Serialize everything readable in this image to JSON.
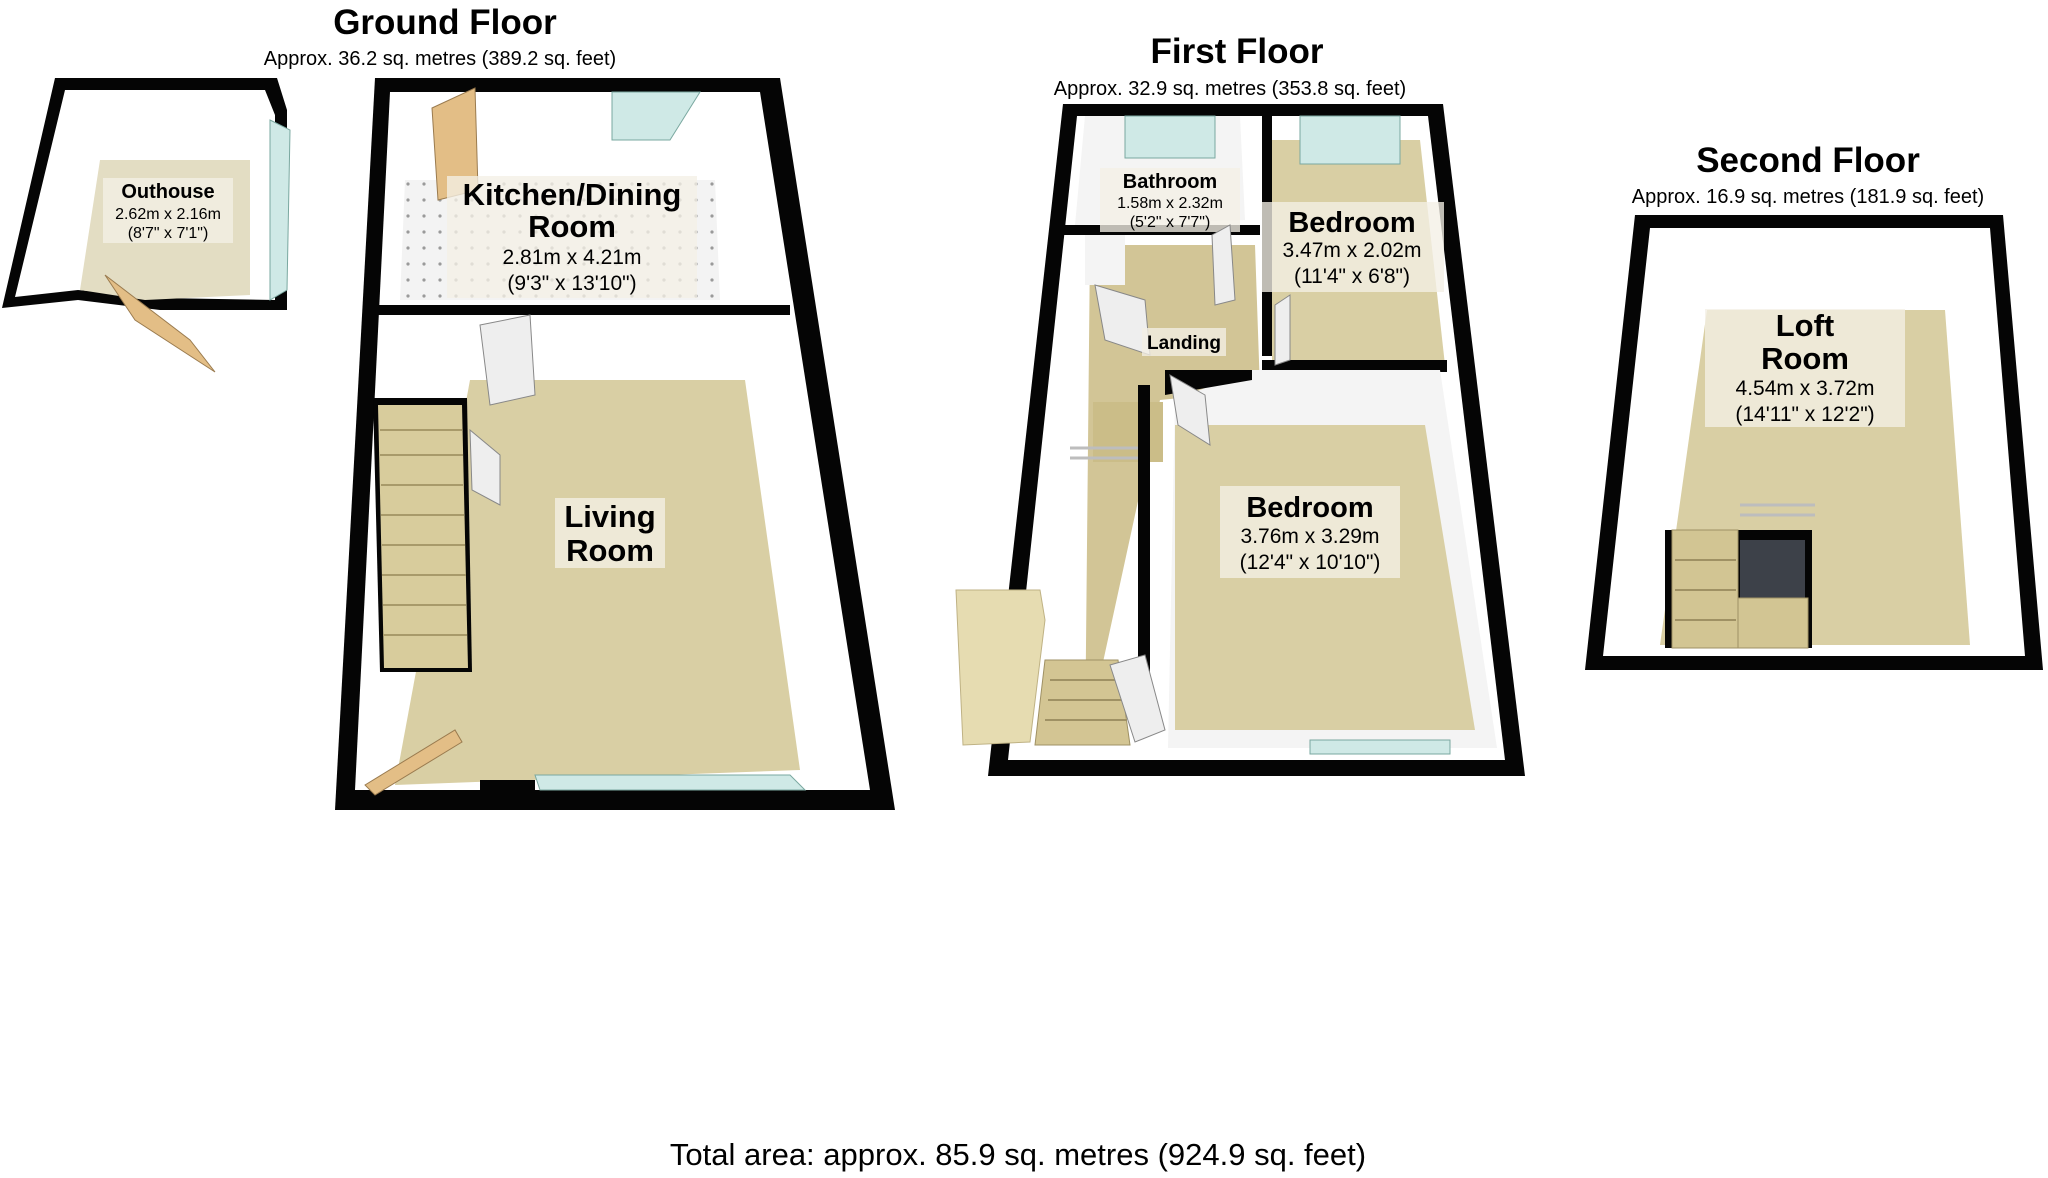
{
  "colors": {
    "wall": "#050505",
    "floor_carpet": "#d9cfa4",
    "inner_wall": "#f4f4f4",
    "window": "#cfe9e6",
    "door": "#e3be86",
    "tile": "#f2f2f2"
  },
  "ground_floor": {
    "title": "Ground Floor",
    "area": "Approx. 36.2 sq. metres (389.2 sq. feet)",
    "rooms": {
      "outhouse": {
        "name": "Outhouse",
        "dims_m": "2.62m x 2.16m",
        "dims_ft": "(8'7\" x 7'1\")"
      },
      "kitchen": {
        "name_line1": "Kitchen/Dining",
        "name_line2": "Room",
        "dims_m": "2.81m x 4.21m",
        "dims_ft": "(9'3\" x 13'10\")"
      },
      "living": {
        "name_line1": "Living",
        "name_line2": "Room"
      }
    }
  },
  "first_floor": {
    "title": "First Floor",
    "area": "Approx. 32.9 sq. metres (353.8 sq. feet)",
    "rooms": {
      "bathroom": {
        "name": "Bathroom",
        "dims_m": "1.58m x 2.32m",
        "dims_ft": "(5'2\" x 7'7\")"
      },
      "bedroom_small": {
        "name": "Bedroom",
        "dims_m": "3.47m x 2.02m",
        "dims_ft": "(11'4\" x 6'8\")"
      },
      "landing": {
        "name": "Landing"
      },
      "bedroom_large": {
        "name": "Bedroom",
        "dims_m": "3.76m x 3.29m",
        "dims_ft": "(12'4\" x 10'10\")"
      }
    }
  },
  "second_floor": {
    "title": "Second Floor",
    "area": "Approx. 16.9 sq. metres (181.9 sq. feet)",
    "rooms": {
      "loft": {
        "name_line1": "Loft",
        "name_line2": "Room",
        "dims_m": "4.54m x 3.72m",
        "dims_ft": "(14'11\" x 12'2\")"
      }
    }
  },
  "total_area": "Total area: approx. 85.9 sq. metres (924.9 sq. feet)"
}
